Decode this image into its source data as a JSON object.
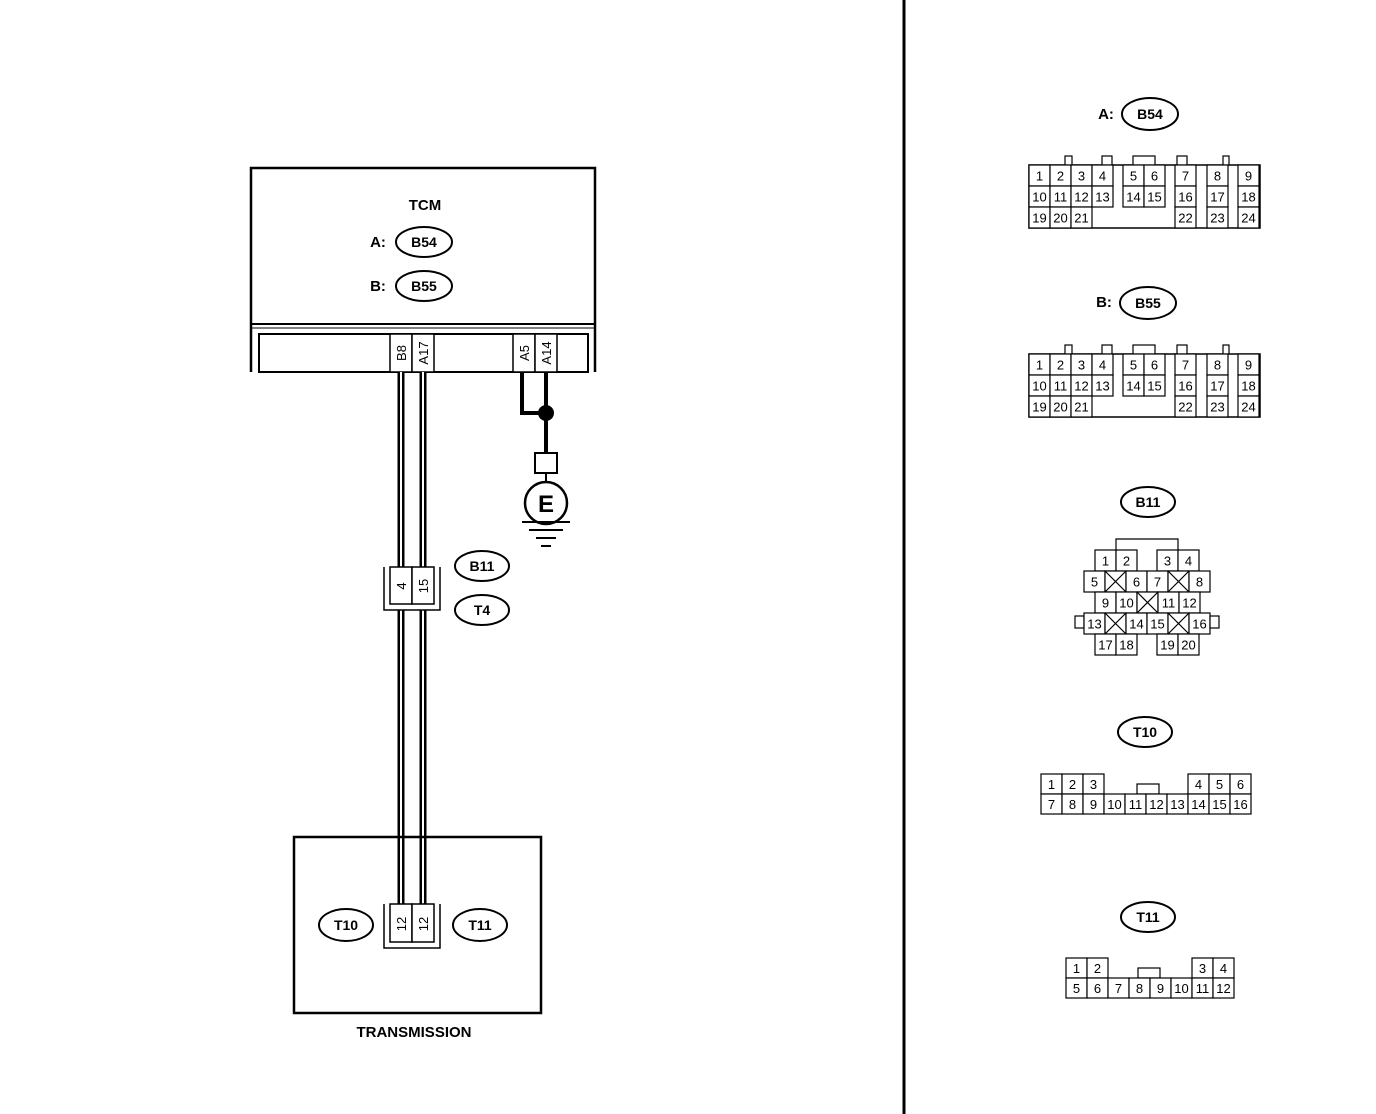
{
  "tcm": {
    "title": "TCM",
    "connector_a": {
      "prefix": "A:",
      "code": "B54"
    },
    "connector_b": {
      "prefix": "B:",
      "code": "B55"
    },
    "terminals": [
      "B8",
      "A17",
      "A5",
      "A14"
    ]
  },
  "ground": {
    "label": "E"
  },
  "junction": {
    "pins": [
      "4",
      "15"
    ],
    "codes": [
      "B11",
      "T4"
    ]
  },
  "transmission": {
    "label": "TRANSMISSION",
    "pins": [
      "12",
      "12"
    ],
    "codes": [
      "T10",
      "T11"
    ]
  },
  "connector_views": {
    "b54": {
      "prefix": "A:",
      "code": "B54",
      "row1": [
        "1",
        "2",
        "3",
        "4",
        "5",
        "6",
        "7",
        "8",
        "9"
      ],
      "row2": [
        "10",
        "11",
        "12",
        "13",
        "14",
        "15",
        "16",
        "17",
        "18"
      ],
      "row3": [
        "19",
        "20",
        "21",
        "22",
        "23",
        "24"
      ]
    },
    "b55": {
      "prefix": "B:",
      "code": "B55",
      "row1": [
        "1",
        "2",
        "3",
        "4",
        "5",
        "6",
        "7",
        "8",
        "9"
      ],
      "row2": [
        "10",
        "11",
        "12",
        "13",
        "14",
        "15",
        "16",
        "17",
        "18"
      ],
      "row3": [
        "19",
        "20",
        "21",
        "22",
        "23",
        "24"
      ]
    },
    "b11": {
      "code": "B11",
      "pins": [
        "1",
        "2",
        "3",
        "4",
        "5",
        "6",
        "7",
        "8",
        "9",
        "10",
        "11",
        "12",
        "13",
        "14",
        "15",
        "16",
        "17",
        "18",
        "19",
        "20"
      ]
    },
    "t10": {
      "code": "T10",
      "row1": [
        "1",
        "2",
        "3",
        "4",
        "5",
        "6"
      ],
      "row2": [
        "7",
        "8",
        "9",
        "10",
        "11",
        "12",
        "13",
        "14",
        "15",
        "16"
      ]
    },
    "t11": {
      "code": "T11",
      "row1": [
        "1",
        "2",
        "3",
        "4"
      ],
      "row2": [
        "5",
        "6",
        "7",
        "8",
        "9",
        "10",
        "11",
        "12"
      ]
    }
  }
}
